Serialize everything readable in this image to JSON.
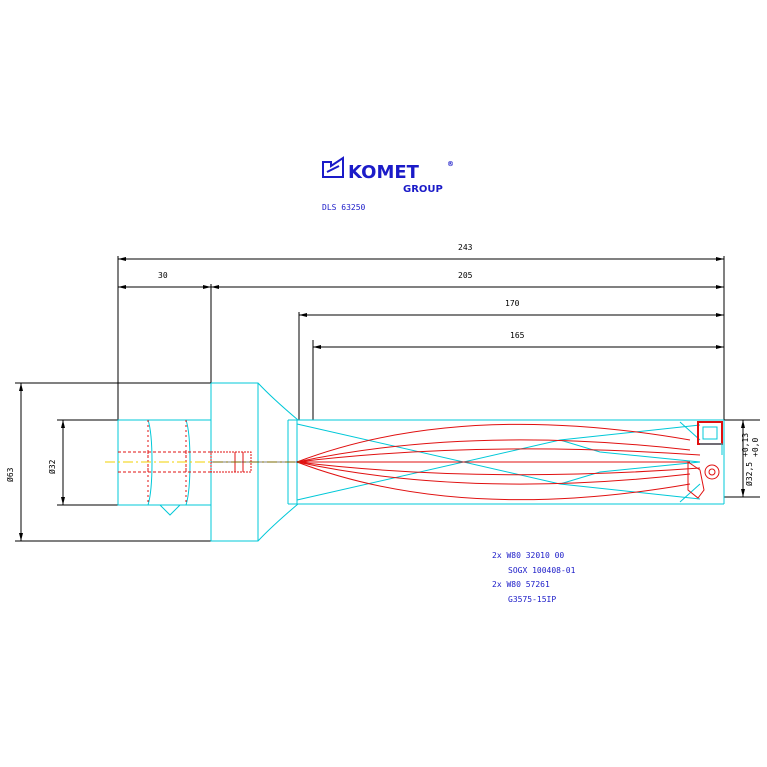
{
  "brand": {
    "name": "KOMET",
    "group": "GROUP",
    "registered": "®",
    "color": "#1b1bc8"
  },
  "part_number": "DLS 63250",
  "dimensions": {
    "total_length": "243",
    "shank_length": "30",
    "body_length": "205",
    "flute_length": "170",
    "usable_length": "165",
    "shank_diameter": "Ø32",
    "flange_diameter": "Ø63",
    "drill_diameter": "Ø32,5",
    "tolerance_upper": "+0,13",
    "tolerance_lower": "+0,0"
  },
  "inserts": [
    "2x W80 32010 00",
    "SOGX 100408-01",
    "2x W80 57261",
    "G3575-15IP"
  ],
  "colors": {
    "outline": "#00c8d8",
    "coolant": "#e01010",
    "dimension": "#000000",
    "centerline": "#f0d000"
  }
}
